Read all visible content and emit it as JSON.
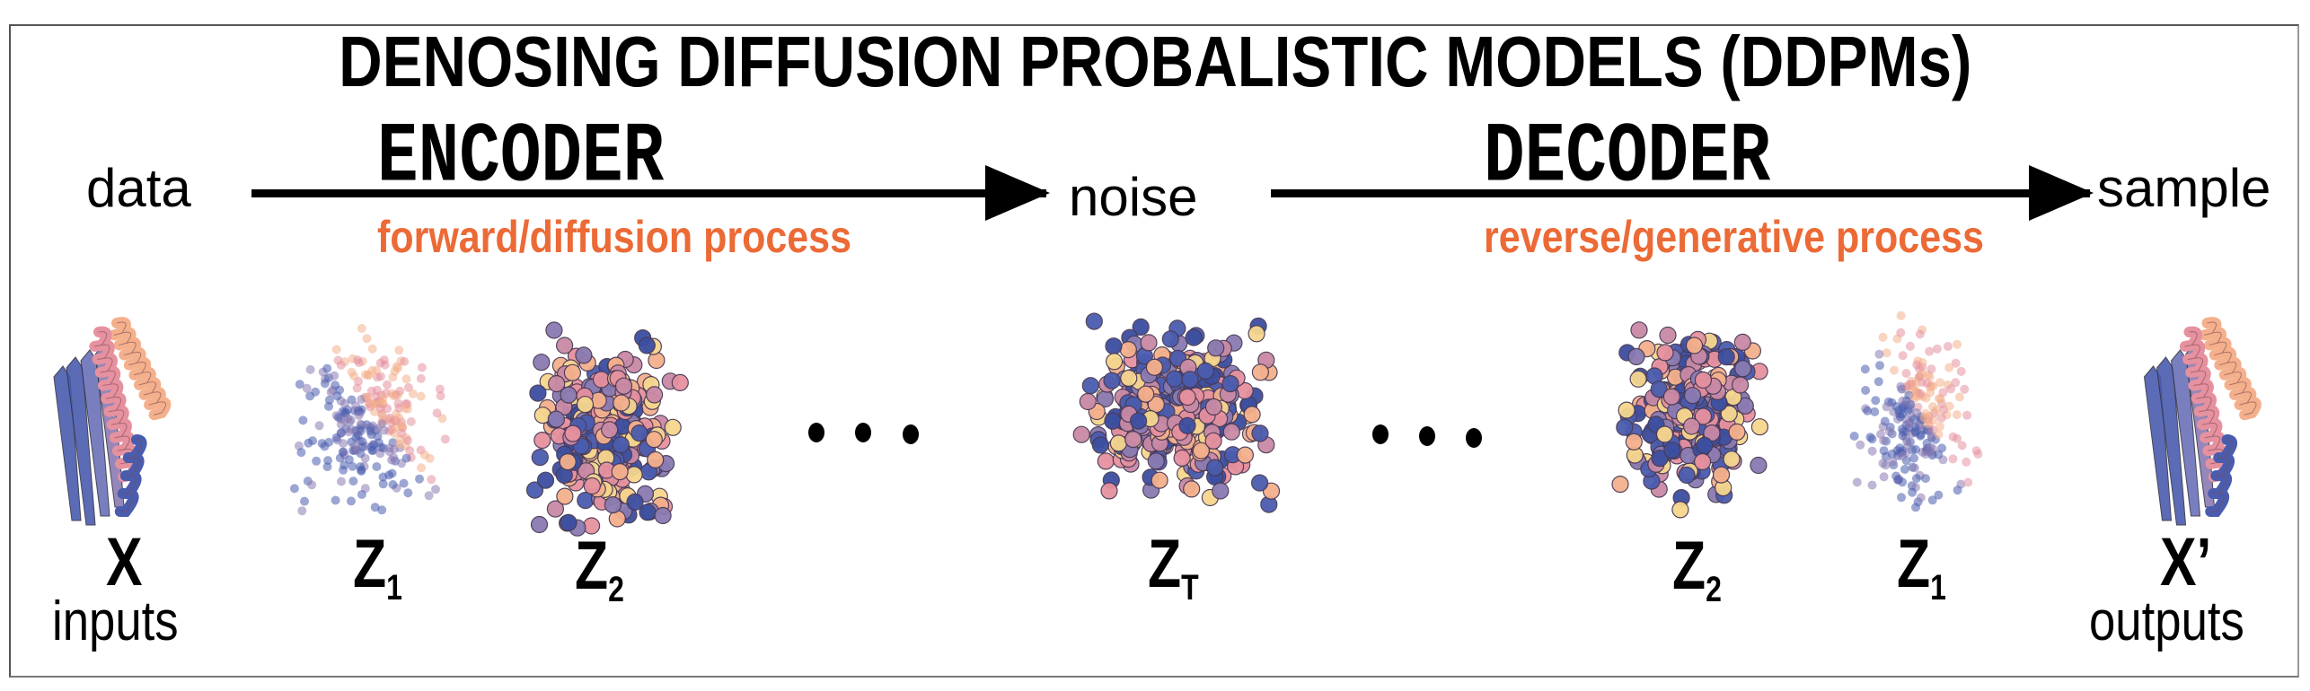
{
  "title": "DENOSING DIFFUSION PROBALISTIC MODELS (DDPMs)",
  "encoder": {
    "label": "ENCODER",
    "process": "forward/diffusion process"
  },
  "decoder": {
    "label": "DECODER",
    "process": "reverse/generative process"
  },
  "stages": {
    "data": "data",
    "noise": "noise",
    "sample": "sample"
  },
  "ellipsis": "...",
  "labels": [
    {
      "main": "X",
      "sub": "",
      "caption": "inputs"
    },
    {
      "main": "Z",
      "sub": "1"
    },
    {
      "main": "Z",
      "sub": "2"
    },
    {
      "main": "Z",
      "sub": "T"
    },
    {
      "main": "Z",
      "sub": "2"
    },
    {
      "main": "Z",
      "sub": "1"
    },
    {
      "main": "X’",
      "sub": "",
      "caption": "outputs"
    }
  ],
  "colors": {
    "accent": "#ec6a36",
    "blue": "#4a5cae",
    "purple": "#8a7bb2",
    "pink": "#e6919f",
    "peach": "#f4b08c",
    "yellow": "#f6d68e"
  }
}
